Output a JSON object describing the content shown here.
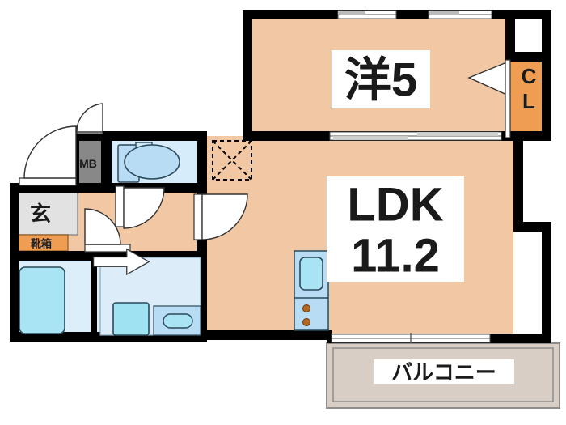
{
  "plan": {
    "type": "apartment-floor-plan",
    "layout_name": "1LDK",
    "rooms": [
      {
        "id": "washitsu",
        "label": "洋5",
        "name": "western-room-5-jo",
        "size_jo": 5,
        "fill": "#f2c7a4"
      },
      {
        "id": "ldk",
        "label": "LDK",
        "sublabel": "11.2",
        "name": "living-dining-kitchen",
        "size_jo": 11.2,
        "fill": "#f2c7a4"
      },
      {
        "id": "closet",
        "label": "CL",
        "name": "closet",
        "fill": "#ef9d52"
      },
      {
        "id": "genkan",
        "label": "玄",
        "name": "entrance-hall",
        "fill": "#e2e2e2"
      },
      {
        "id": "shoebox",
        "label": "靴箱",
        "name": "shoe-cabinet",
        "fill": "#ef9d52"
      },
      {
        "id": "meterbox",
        "label": "MB",
        "name": "meter-box",
        "fill": "#888888"
      },
      {
        "id": "balcony",
        "label": "バルコニー",
        "name": "balcony",
        "fill": "#d9cec6"
      },
      {
        "id": "toilet",
        "label": "",
        "name": "toilet-room",
        "fill": "#d6ecfa"
      },
      {
        "id": "bath",
        "label": "",
        "name": "bathroom-unit",
        "fill": "#ddeefb"
      },
      {
        "id": "washroom",
        "label": "",
        "name": "washroom",
        "fill": "#e2f0fa"
      },
      {
        "id": "hallway",
        "label": "",
        "name": "hallway-corridor",
        "fill": "#f2c7a4"
      }
    ],
    "fixtures": [
      {
        "name": "bathtub",
        "label": ""
      },
      {
        "name": "toilet-bowl",
        "label": ""
      },
      {
        "name": "toilet-tank",
        "label": ""
      },
      {
        "name": "washbasin",
        "label": ""
      },
      {
        "name": "washing-machine-pan",
        "label": ""
      },
      {
        "name": "kitchen-sink",
        "label": ""
      },
      {
        "name": "stove-burner-front",
        "label": ""
      },
      {
        "name": "stove-burner-back",
        "label": ""
      },
      {
        "name": "pipe-shaft-hatch",
        "label": ""
      }
    ],
    "openings": [
      {
        "name": "entrance-door",
        "type": "swing-door"
      },
      {
        "name": "meterbox-door",
        "type": "swing-door"
      },
      {
        "name": "toilet-door",
        "type": "swing-door"
      },
      {
        "name": "washroom-door",
        "type": "swing-door"
      },
      {
        "name": "hallway-ldk-door",
        "type": "swing-door"
      },
      {
        "name": "bathroom-sliding-door",
        "type": "sliding-door"
      },
      {
        "name": "closet-door",
        "type": "folding-door"
      },
      {
        "name": "window-bedroom-north-left",
        "type": "sliding-window"
      },
      {
        "name": "window-bedroom-north-right",
        "type": "sliding-window"
      },
      {
        "name": "partition-bedroom-ldk",
        "type": "sliding-partition"
      },
      {
        "name": "balcony-sliding-window",
        "type": "sliding-window"
      }
    ],
    "colors": {
      "wall": "#000000",
      "room_floor": "#f2c7a4",
      "closet_orange": "#ef9d52",
      "water_light": "#d6ecfa",
      "water_mid": "#b9dcf5",
      "water_accent": "#a8e4f4",
      "balcony": "#d9cec6",
      "genkan_gray": "#e2e2e2",
      "meterbox_gray": "#888888",
      "burner_brown": "#b5651d",
      "outline": "#2b4a5a",
      "background": "#ffffff"
    }
  }
}
